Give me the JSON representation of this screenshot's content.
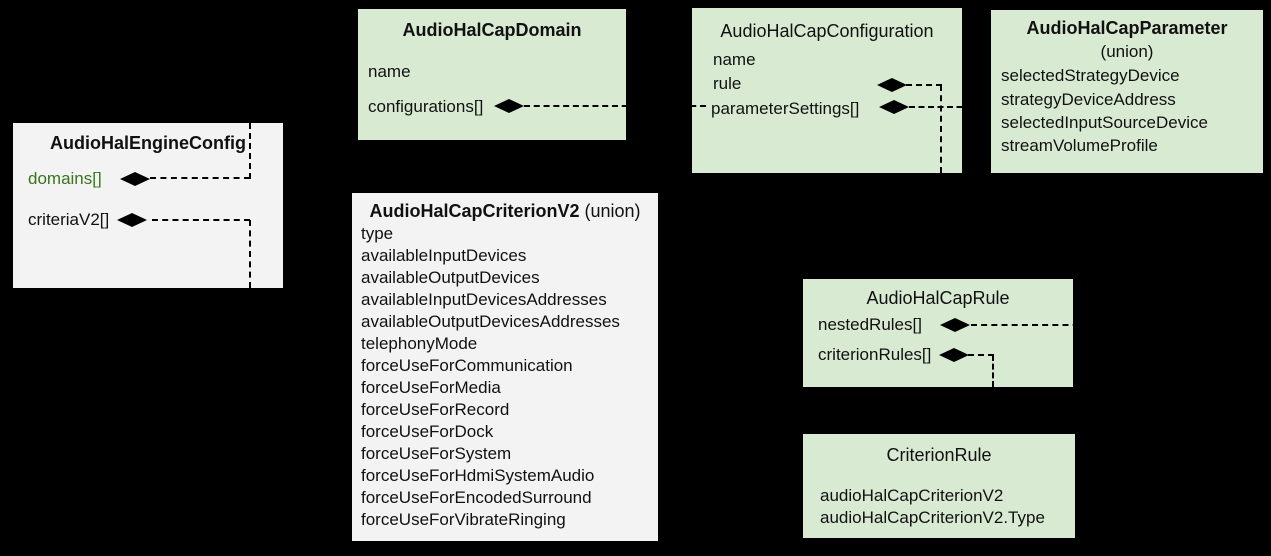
{
  "diagram": {
    "background": "#000000",
    "colors": {
      "green_box": "#d9ead3",
      "light_box": "#f3f3f3",
      "accent_green_text": "#38761d",
      "connector_line": "#000000",
      "text": "#111111"
    },
    "boxes": {
      "engineConfig": {
        "title": "AudioHalEngineConfig",
        "fields": {
          "domains": "domains[]",
          "criteriaV2": "criteriaV2[]"
        }
      },
      "capDomain": {
        "title": "AudioHalCapDomain",
        "fields": {
          "name": "name",
          "configurations": "configurations[]"
        }
      },
      "capConfiguration": {
        "title": "AudioHalCapConfiguration",
        "fields": {
          "name": "name",
          "rule": "rule",
          "parameterSettings": "parameterSettings[]"
        }
      },
      "capParameter": {
        "title": "AudioHalCapParameter",
        "subtitle": "(union)",
        "fields": [
          "selectedStrategyDevice",
          "strategyDeviceAddress",
          "selectedInputSourceDevice",
          "streamVolumeProfile"
        ]
      },
      "capCriterionV2": {
        "title": "AudioHalCapCriterionV2",
        "subtitle": "(union)",
        "fields": [
          "type",
          "availableInputDevices",
          "availableOutputDevices",
          "availableInputDevicesAddresses",
          "availableOutputDevicesAddresses",
          "telephonyMode",
          "forceUseForCommunication",
          "forceUseForMedia",
          "forceUseForRecord",
          "forceUseForDock",
          "forceUseForSystem",
          "forceUseForHdmiSystemAudio",
          "forceUseForEncodedSurround",
          "forceUseForVibrateRinging"
        ]
      },
      "capRule": {
        "title": "AudioHalCapRule",
        "fields": {
          "nestedRules": "nestedRules[]",
          "criterionRules": "criterionRules[]"
        }
      },
      "criterionRule": {
        "title": "CriterionRule",
        "fields": {
          "criterionV2": "audioHalCapCriterionV2",
          "criterionV2Type": "audioHalCapCriterionV2.Type"
        }
      }
    },
    "relations": [
      {
        "owner": "AudioHalEngineConfig",
        "field": "domains[]",
        "type": "composition-dashed"
      },
      {
        "owner": "AudioHalEngineConfig",
        "field": "criteriaV2[]",
        "type": "composition-dashed"
      },
      {
        "owner": "AudioHalCapDomain",
        "field": "configurations[]",
        "type": "composition-dashed"
      },
      {
        "owner": "AudioHalCapConfiguration",
        "field": "rule",
        "type": "composition-dashed"
      },
      {
        "owner": "AudioHalCapConfiguration",
        "field": "parameterSettings[]",
        "type": "composition-dashed"
      },
      {
        "owner": "AudioHalCapRule",
        "field": "nestedRules[]",
        "type": "composition-dashed"
      },
      {
        "owner": "AudioHalCapRule",
        "field": "criterionRules[]",
        "type": "composition-dashed"
      }
    ]
  }
}
